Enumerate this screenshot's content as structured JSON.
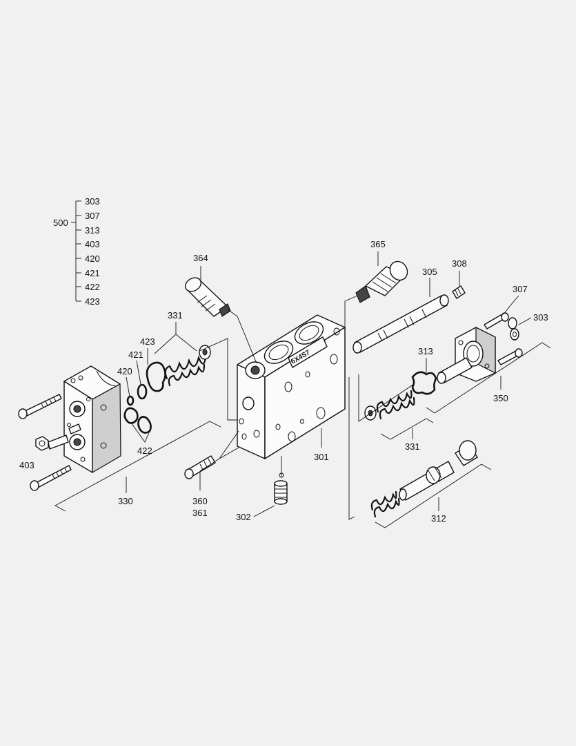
{
  "labels": {
    "p500": "500",
    "p303a": "303",
    "p307a": "307",
    "p313a": "313",
    "p403a": "403",
    "p420a": "420",
    "p421a": "421",
    "p422a": "422",
    "p423a": "423",
    "p364": "364",
    "p365": "365",
    "p305": "305",
    "p308": "308",
    "p307": "307",
    "p303": "303",
    "p331a": "331",
    "p423": "423",
    "p421": "421",
    "p420": "420",
    "p313": "313",
    "p350": "350",
    "p331b": "331",
    "p403": "403",
    "p422": "422",
    "p330": "330",
    "p301": "301",
    "p360": "360",
    "p361": "361",
    "p302": "302",
    "p312": "312",
    "stamp": "6X4S7"
  }
}
